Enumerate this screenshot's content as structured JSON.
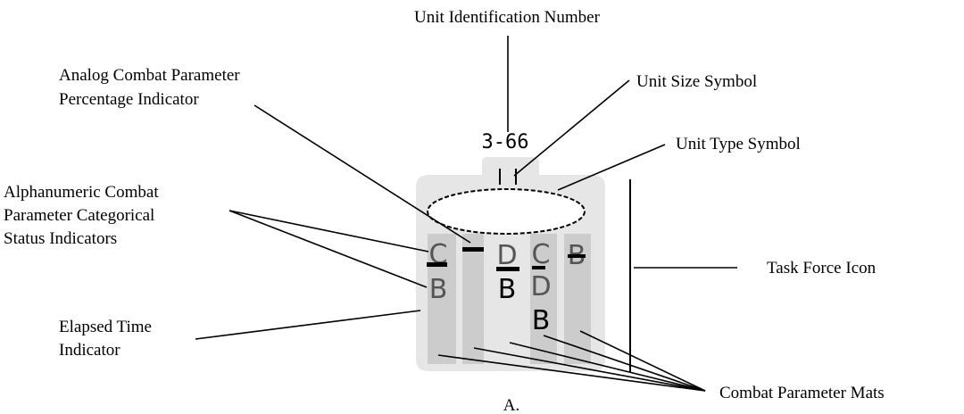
{
  "labels": {
    "unit_id": "Unit Identification Number",
    "unit_size": "Unit Size Symbol",
    "analog_line1": "Analog Combat Parameter",
    "analog_line2": "Percentage Indicator",
    "unit_type": "Unit Type Symbol",
    "alpha_line1": "Alphanumeric Combat",
    "alpha_line2": "Parameter Categorical",
    "alpha_line3": "Status Indicators",
    "task_force": "Task Force Icon",
    "elapsed_line1": "Elapsed Time",
    "elapsed_line2": "Indicator",
    "mats": "Combat Parameter Mats",
    "figure": "A."
  },
  "icon": {
    "unit_number": "3-66",
    "size_symbol": "I I",
    "mat1_letters": [
      "C",
      "B"
    ],
    "mat3_letters": [
      "D",
      "B"
    ],
    "mat4_letters": [
      "C",
      "D",
      "B"
    ],
    "mat5_letters": [
      "B"
    ]
  },
  "colors": {
    "icon_background": "#e6e6e6",
    "mat_fill": "#cccccc",
    "ink": "#000000",
    "faded_letter": "#555555"
  }
}
